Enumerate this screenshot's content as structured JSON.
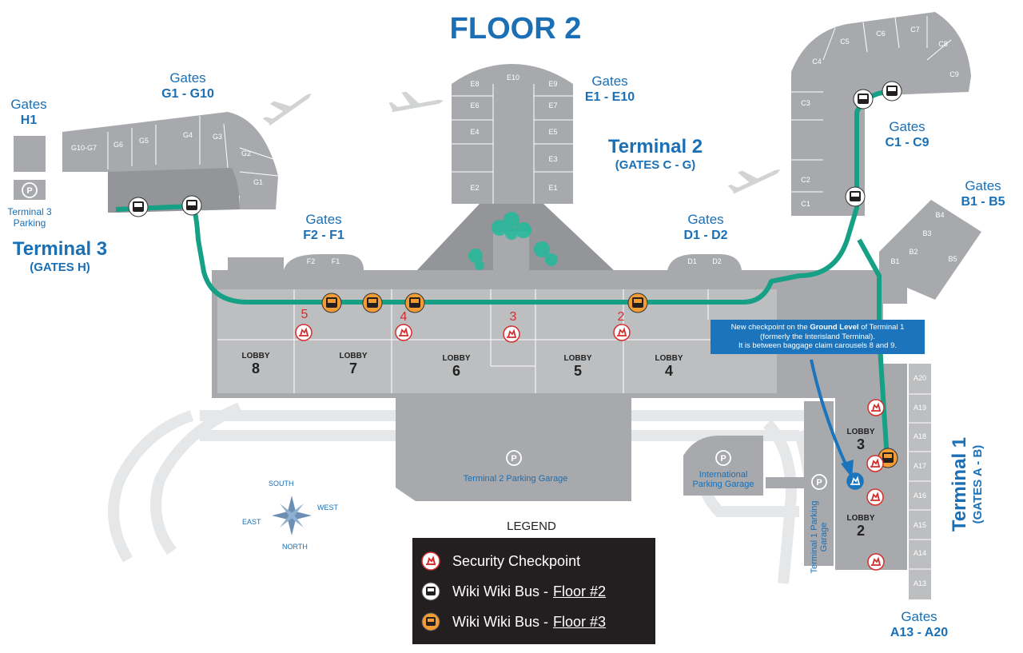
{
  "title": "FLOOR 2",
  "terminals": {
    "t1": {
      "name": "Terminal 1",
      "gates": "(GATES A - B)"
    },
    "t2": {
      "name": "Terminal 2",
      "gates": "(GATES C - G)"
    },
    "t3": {
      "name": "Terminal 3",
      "gates": "(GATES H)"
    }
  },
  "gate_groups": {
    "word": "Gates",
    "h": "H1",
    "g": "G1 - G10",
    "e": "E1 - E10",
    "c": "C1 - C9",
    "b": "B1 - B5",
    "f": "F2 - F1",
    "d": "D1 - D2",
    "a": "A13 - A20"
  },
  "gates": {
    "g": [
      "G10-G7",
      "G6",
      "G5",
      "G4",
      "G3",
      "G2",
      "G1"
    ],
    "e_left": [
      "E8",
      "E6",
      "E4",
      "E2"
    ],
    "e_top": "E10",
    "e_right": [
      "E9",
      "E7",
      "E5",
      "E3",
      "E1"
    ],
    "c": [
      "C1",
      "C2",
      "C3",
      "C4",
      "C5",
      "C6",
      "C7",
      "C8",
      "C9"
    ],
    "b": [
      "B1",
      "B2",
      "B3",
      "B4",
      "B5"
    ],
    "f": [
      "F2",
      "F1"
    ],
    "d": [
      "D1",
      "D2"
    ],
    "a": [
      "A20",
      "A19",
      "A18",
      "A17",
      "A16",
      "A15",
      "A14",
      "A13"
    ]
  },
  "lobbies": [
    {
      "word": "LOBBY",
      "num": "8"
    },
    {
      "word": "LOBBY",
      "num": "7"
    },
    {
      "word": "LOBBY",
      "num": "6"
    },
    {
      "word": "LOBBY",
      "num": "5"
    },
    {
      "word": "LOBBY",
      "num": "4"
    },
    {
      "word": "LOBBY",
      "num": "3"
    },
    {
      "word": "LOBBY",
      "num": "2"
    }
  ],
  "checkpoints": [
    "5",
    "4",
    "3",
    "2"
  ],
  "parking": {
    "symbol": "P",
    "t3": "Terminal 3 Parking",
    "t2": "Terminal 2 Parking Garage",
    "intl": "International Parking Garage",
    "t1": "Terminal 1 Parking Garage"
  },
  "note": {
    "part1": "New checkpoint on the ",
    "bold": "Ground Level",
    "part2": " of Terminal 1",
    "line2": "(formerly the Interisland Terminal).",
    "line3": "It is between baggage claim carousels 8 and 9."
  },
  "compass": {
    "north": "NORTH",
    "south": "SOUTH",
    "east": "EAST",
    "west": "WEST"
  },
  "legend": {
    "title": "LEGEND",
    "items": [
      {
        "label": "Security Checkpoint",
        "floor": ""
      },
      {
        "label": "Wiki Wiki Bus -",
        "floor": "Floor #2"
      },
      {
        "label": "Wiki Wiki Bus -",
        "floor": "Floor #3"
      }
    ]
  },
  "colors": {
    "route": "#16a085",
    "building": "#a7a9ac",
    "building_dark": "#939598",
    "label_blue": "#1a6fb5",
    "checkpoint_red": "#d32f2f",
    "bus_orange": "#f39c34",
    "new_checkpoint_blue": "#1c75bc"
  }
}
